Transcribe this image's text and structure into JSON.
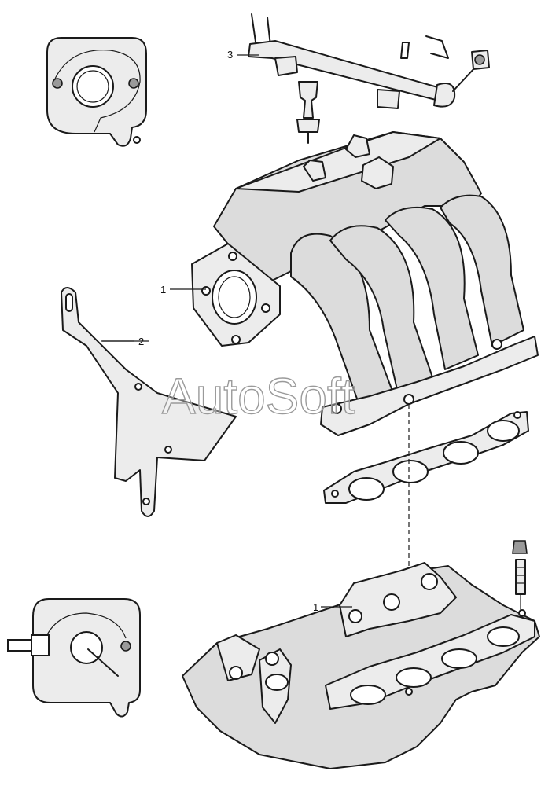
{
  "callouts": {
    "c1_upper": "1",
    "c1_lower": "1",
    "c2": "2",
    "c3": "3"
  },
  "watermark": "AutoSoft",
  "colors": {
    "line": "#1a1a1a",
    "fill": "#dcdcdc",
    "background": "#ffffff"
  }
}
